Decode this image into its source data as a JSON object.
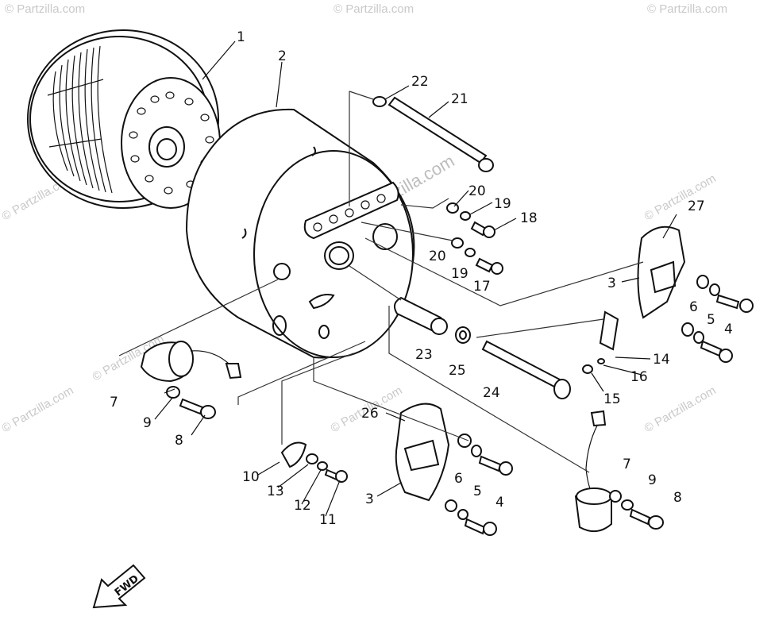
{
  "watermark": {
    "text": "© Partzilla.com",
    "center_text": "Partzilla.com"
  },
  "fwd_label": "FWD",
  "callouts": [
    {
      "id": "c1",
      "text": "1"
    },
    {
      "id": "c2",
      "text": "2"
    },
    {
      "id": "c22",
      "text": "22"
    },
    {
      "id": "c21",
      "text": "21"
    },
    {
      "id": "c20a",
      "text": "20"
    },
    {
      "id": "c19a",
      "text": "19"
    },
    {
      "id": "c18",
      "text": "18"
    },
    {
      "id": "c20b",
      "text": "20"
    },
    {
      "id": "c19b",
      "text": "19"
    },
    {
      "id": "c17",
      "text": "17"
    },
    {
      "id": "c27",
      "text": "27"
    },
    {
      "id": "c3a",
      "text": "3"
    },
    {
      "id": "c6a",
      "text": "6"
    },
    {
      "id": "c5a",
      "text": "5"
    },
    {
      "id": "c4a",
      "text": "4"
    },
    {
      "id": "c14",
      "text": "14"
    },
    {
      "id": "c16",
      "text": "16"
    },
    {
      "id": "c15",
      "text": "15"
    },
    {
      "id": "c23",
      "text": "23"
    },
    {
      "id": "c25",
      "text": "25"
    },
    {
      "id": "c24",
      "text": "24"
    },
    {
      "id": "c7a",
      "text": "7"
    },
    {
      "id": "c9a",
      "text": "9"
    },
    {
      "id": "c8a",
      "text": "8"
    },
    {
      "id": "c26",
      "text": "26"
    },
    {
      "id": "c10",
      "text": "10"
    },
    {
      "id": "c13",
      "text": "13"
    },
    {
      "id": "c12",
      "text": "12"
    },
    {
      "id": "c11",
      "text": "11"
    },
    {
      "id": "c3b",
      "text": "3"
    },
    {
      "id": "c6b",
      "text": "6"
    },
    {
      "id": "c5b",
      "text": "5"
    },
    {
      "id": "c4b",
      "text": "4"
    },
    {
      "id": "c7b",
      "text": "7"
    },
    {
      "id": "c9b",
      "text": "9"
    },
    {
      "id": "c8b",
      "text": "8"
    }
  ]
}
